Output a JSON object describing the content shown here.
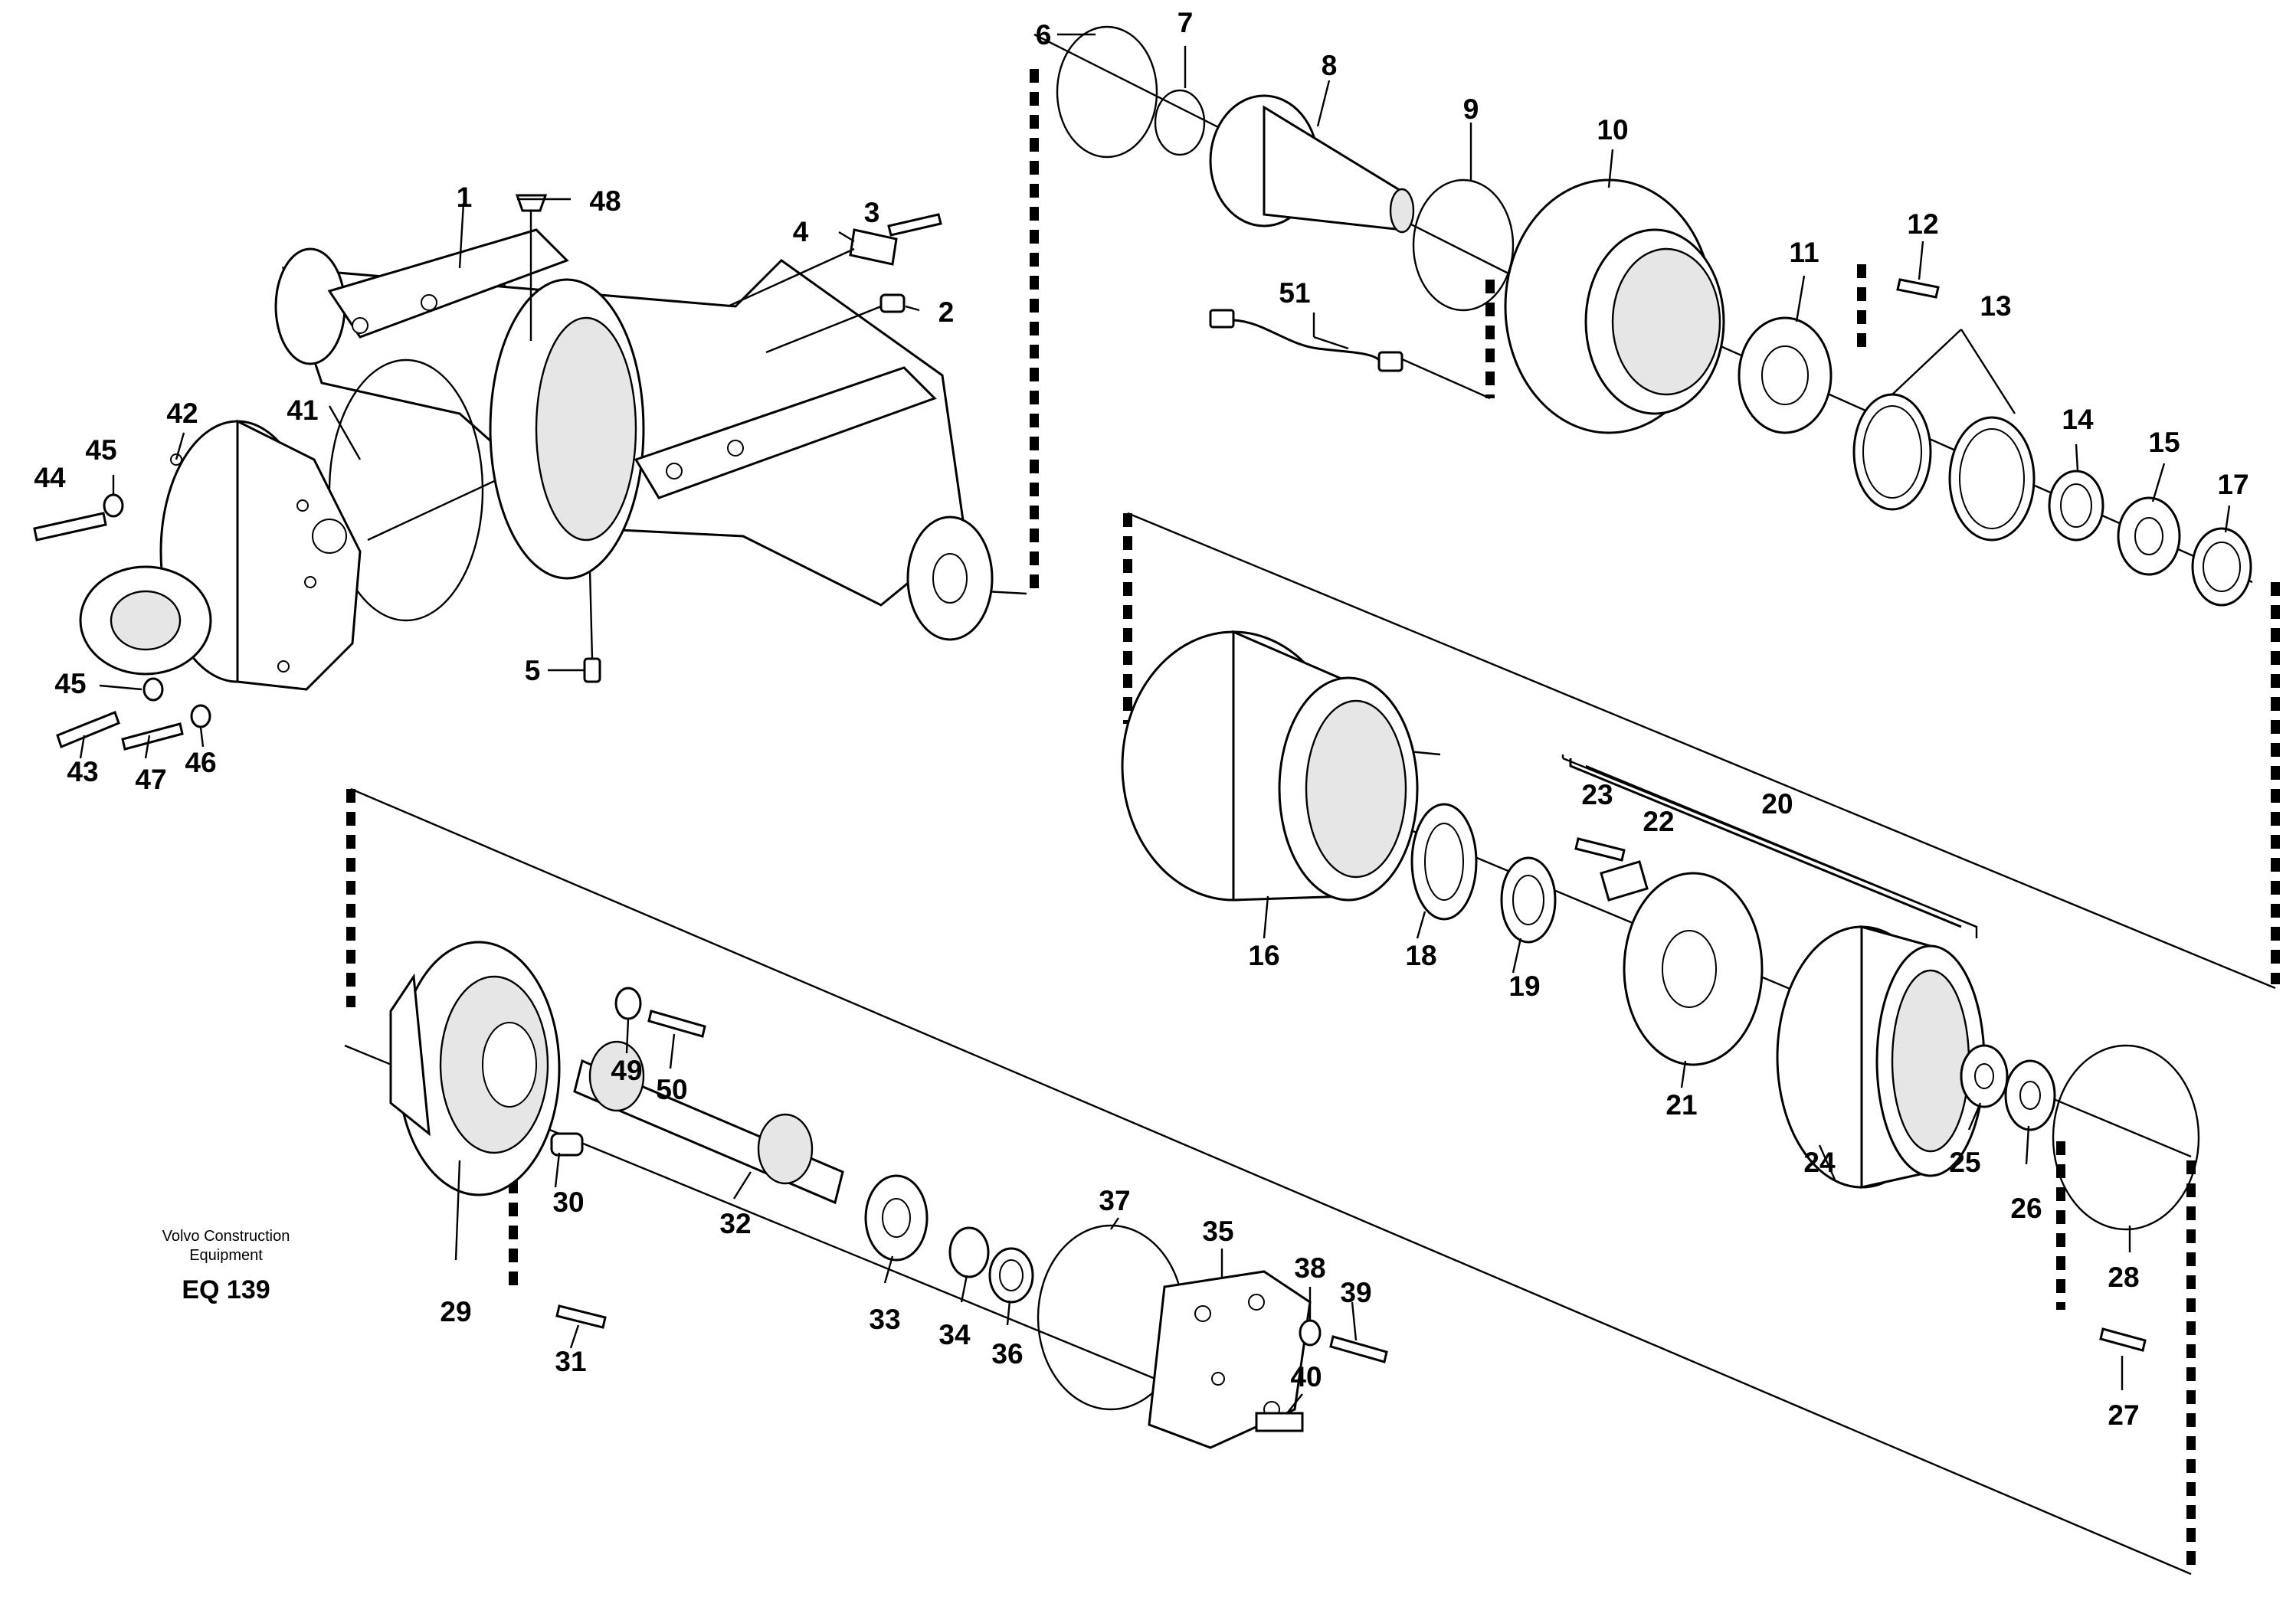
{
  "footer": {
    "company_line1": "Volvo Construction",
    "company_line2": "Equipment",
    "drawing_number": "EQ 139"
  },
  "callouts": [
    "1",
    "2",
    "3",
    "4",
    "5",
    "6",
    "7",
    "8",
    "9",
    "10",
    "11",
    "12",
    "13",
    "14",
    "15",
    "16",
    "17",
    "18",
    "19",
    "20",
    "21",
    "22",
    "23",
    "24",
    "25",
    "26",
    "27",
    "28",
    "29",
    "30",
    "31",
    "32",
    "33",
    "34",
    "35",
    "36",
    "37",
    "38",
    "39",
    "40",
    "41",
    "42",
    "43",
    "44",
    "45",
    "45",
    "46",
    "47",
    "48",
    "49",
    "50",
    "51"
  ]
}
